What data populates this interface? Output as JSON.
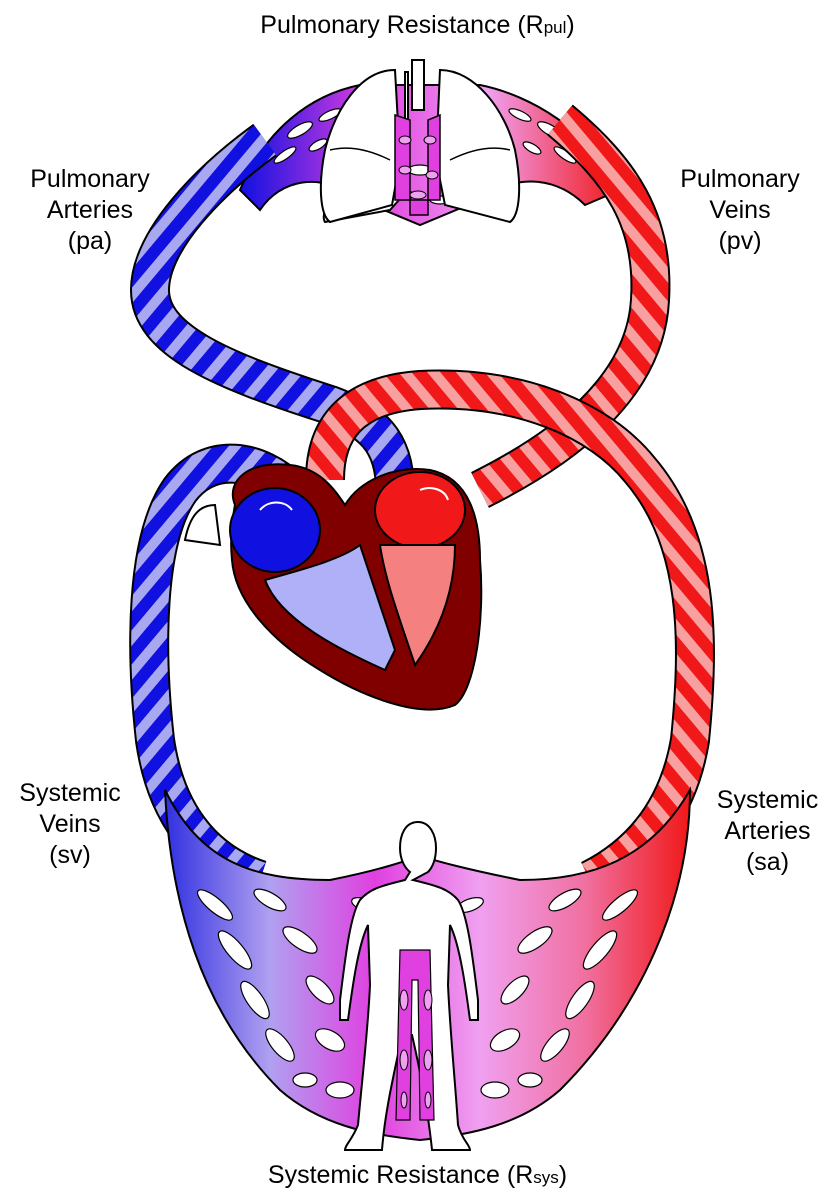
{
  "labels": {
    "pulmonary_resistance": {
      "text": "Pulmonary Resistance (R",
      "sub": "pul",
      "close": ")"
    },
    "systemic_resistance": {
      "text": "Systemic Resistance (R",
      "sub": "sys",
      "close": ")"
    },
    "pulmonary_arteries": {
      "line1": "Pulmonary",
      "line2": "Arteries",
      "line3": "(pa)"
    },
    "pulmonary_veins": {
      "line1": "Pulmonary",
      "line2": "Veins",
      "line3": "(pv)"
    },
    "systemic_veins": {
      "line1": "Systemic",
      "line2": "Veins",
      "line3": "(sv)"
    },
    "systemic_arteries": {
      "line1": "Systemic",
      "line2": "Arteries",
      "line3": "(sa)"
    }
  },
  "colors": {
    "venous": "#1010e0",
    "venous_stripe": "#a8a8f0",
    "arterial": "#f01818",
    "arterial_stripe": "#f8a0a0",
    "capillary": "#e040e0",
    "capillary_light": "#f0a0f0",
    "heart_muscle": "#800000",
    "right_ventricle": "#b0b0f8",
    "left_ventricle": "#f48080",
    "outline": "#000000"
  }
}
